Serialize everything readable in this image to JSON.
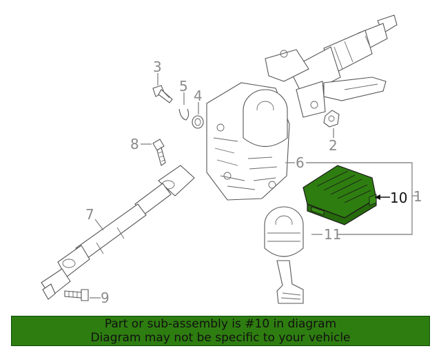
{
  "diagram": {
    "callouts": {
      "c1": "1",
      "c2": "2",
      "c3": "3",
      "c4": "4",
      "c5": "5",
      "c6": "6",
      "c7": "7",
      "c8": "8",
      "c9": "9",
      "c10": "10",
      "c11": "11"
    },
    "highlight_part": "10",
    "highlight_color": "#2e7d10"
  },
  "banner": {
    "line1": "Part or sub-assembly is #10 in diagram",
    "line2": "Diagram may not be specific to your vehicle",
    "background": "#2e7d10"
  }
}
